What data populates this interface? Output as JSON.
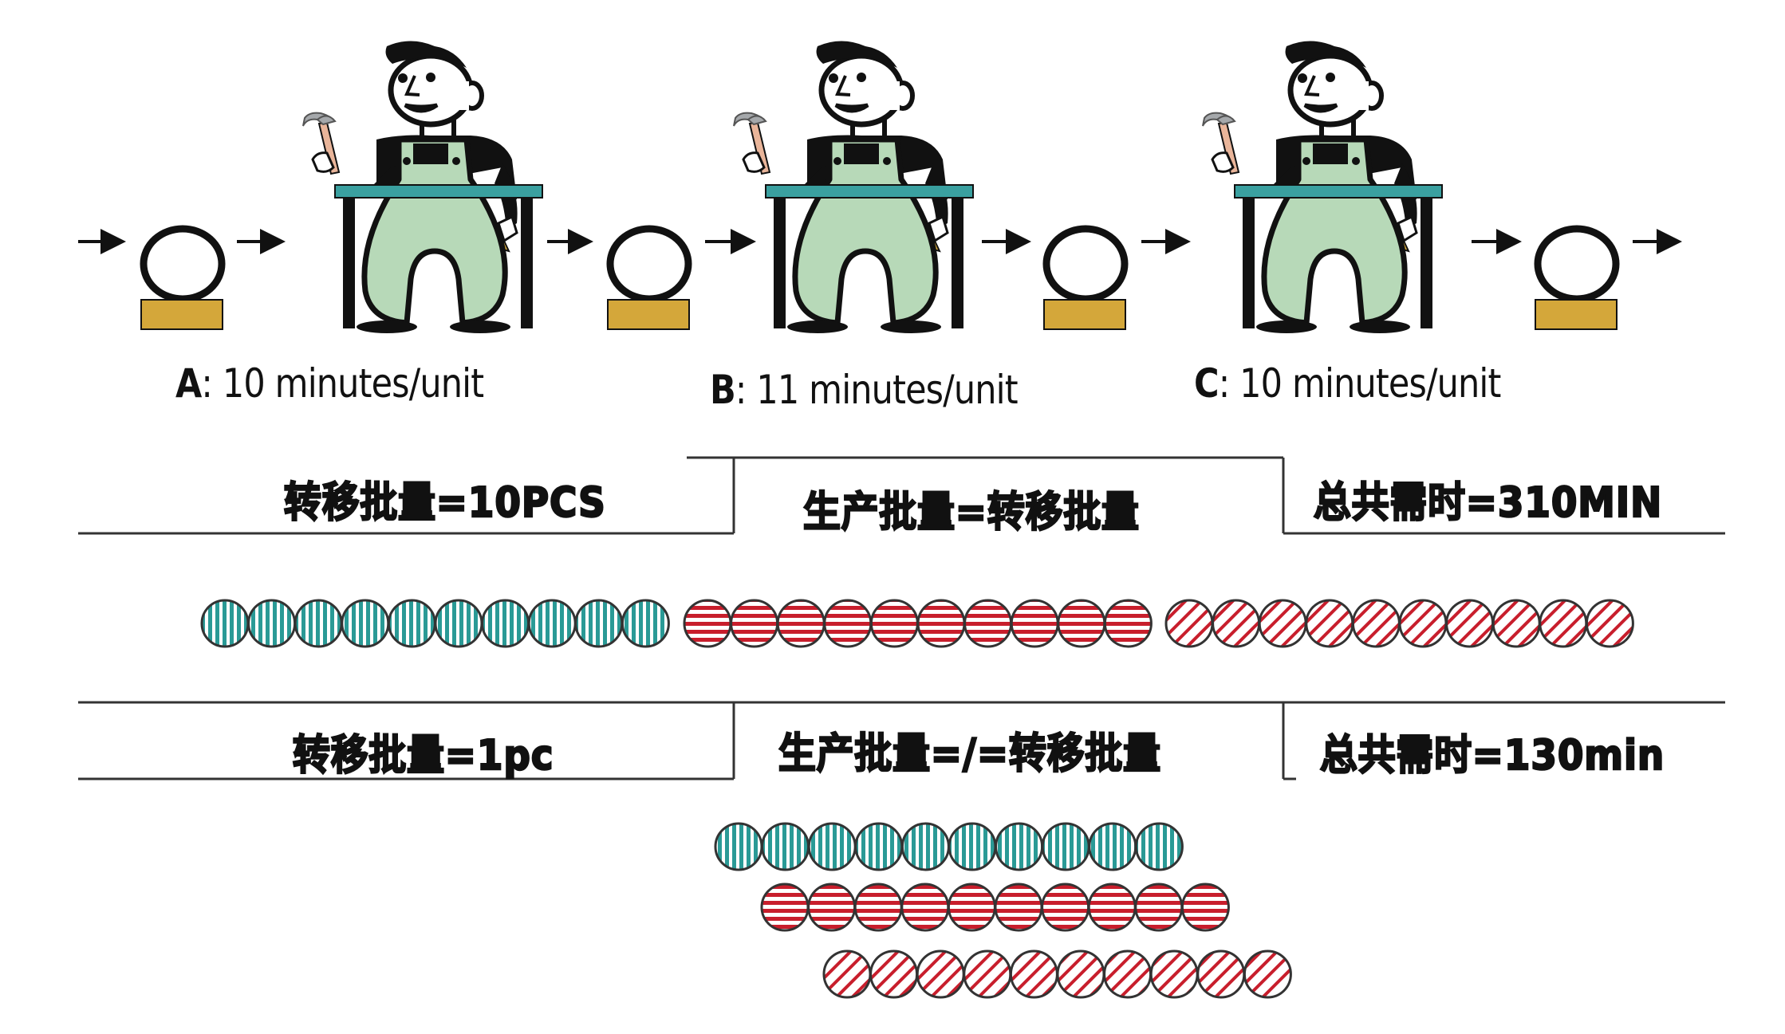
{
  "stations": [
    {
      "id": "A",
      "label": "A",
      "rate": "10 minutes/unit"
    },
    {
      "id": "B",
      "label": "B",
      "rate": "11 minutes/unit"
    },
    {
      "id": "C",
      "label": "C",
      "rate": "10 minutes/unit"
    }
  ],
  "colors": {
    "table": "#3aa0a0",
    "overalls": "#b7d9b8",
    "pallet": "#d4a73a",
    "bead_teal": "#2a9a96",
    "bead_red": "#c81e2c",
    "outline": "#111111"
  },
  "scenario_1": {
    "transfer_batch": "转移批量=10PCS",
    "relation": "生产批量=转移批量",
    "total_time": "总共需时=310MIN",
    "rows": [
      {
        "process": "A",
        "pattern": "vertical",
        "count": 10
      },
      {
        "process": "B",
        "pattern": "horizontal",
        "count": 10
      },
      {
        "process": "C",
        "pattern": "diagonal",
        "count": 10
      }
    ]
  },
  "scenario_2": {
    "transfer_batch": "转移批量=1pc",
    "relation": "生产批量=/=转移批量",
    "total_time": "总共需时=130min",
    "rows": [
      {
        "process": "A",
        "pattern": "vertical",
        "count": 10
      },
      {
        "process": "B",
        "pattern": "horizontal",
        "count": 10
      },
      {
        "process": "C",
        "pattern": "diagonal",
        "count": 10
      }
    ]
  }
}
